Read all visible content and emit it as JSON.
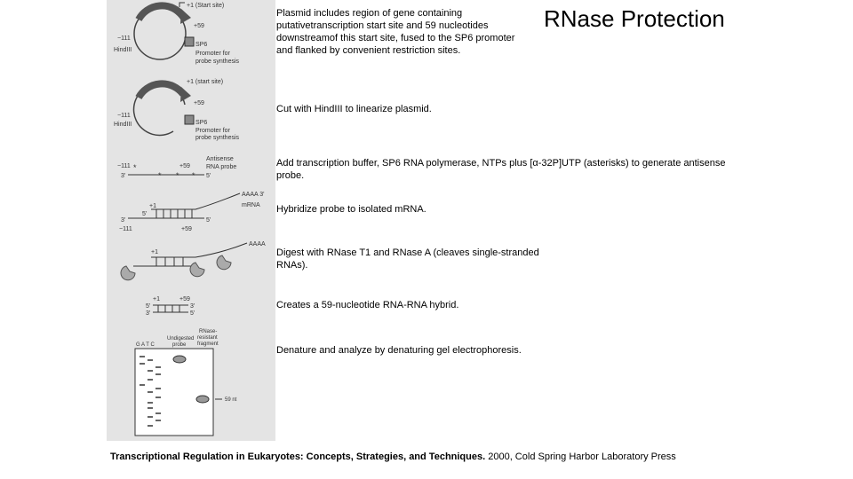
{
  "title": "RNase Protection",
  "steps": [
    "Plasmid includes region of gene containing putativetranscription start site and 59 nucleotides downstreamof this start site, fused to the SP6 promoter and flanked by convenient restriction sites.",
    "Cut with HindIII to linearize plasmid.",
    "Add transcription buffer, SP6 RNA polymerase, NTPs plus [α-32P]UTP (asterisks) to generate antisense probe.",
    "Hybridize probe to isolated mRNA.",
    "Digest with RNase T1 and RNase A (cleaves single-stranded RNAs).",
    "Creates a 59-nucleotide RNA-RNA hybrid.",
    "Denature and analyze by denaturing gel electrophoresis."
  ],
  "figure": {
    "plasmid1": {
      "start": "+1 (Start site)",
      "plus59": "+59",
      "minus111": "−111",
      "hind": "HindIII",
      "sp6": "SP6",
      "promoter1": "Promoter for",
      "promoter2": "probe synthesis"
    },
    "plasmid2": {
      "start": "+1 (start site)",
      "plus59": "+59",
      "minus111": "−111",
      "hind": "HindIII",
      "sp6": "SP6",
      "promoter1": "Promoter for",
      "promoter2": "probe synthesis"
    },
    "probe": {
      "minus111": "−111",
      "plus59": "+59",
      "antisense1": "Antisense",
      "antisense2": "RNA probe",
      "three": "3'",
      "five": "5'"
    },
    "hybrid": {
      "aaaa": "AAAA 3'",
      "mrna": "mRNA",
      "plus1": "+1",
      "five": "5'",
      "three": "3'",
      "five2": "5'",
      "minus111": "−111",
      "plus59": "+59"
    },
    "digest": {
      "plus1": "+1",
      "aaaa": "AAAA"
    },
    "duplex": {
      "plus1": "+1",
      "plus59": "+59",
      "five": "5'",
      "three": "3'",
      "three2": "3'",
      "five2": "5'"
    },
    "gel": {
      "lanes": "G  A  T  C",
      "undigested1": "Undigested",
      "undigested2": "probe",
      "rnase1": "RNase-",
      "rnase2": "resistant",
      "rnase3": "fragment",
      "size": "59 nt"
    }
  },
  "citation": {
    "book": "Transcriptional Regulation in Eukaryotes: Concepts, Strategies, and Techniques.",
    "rest": " 2000, Cold Spring Harbor Laboratory Press"
  }
}
